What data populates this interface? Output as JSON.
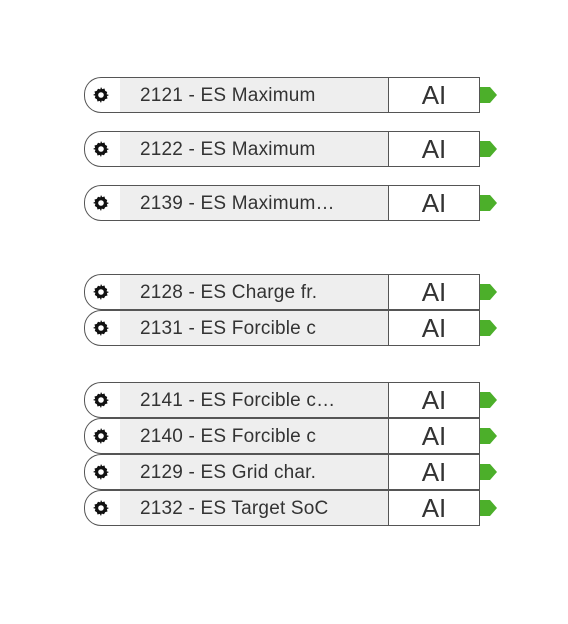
{
  "colors": {
    "bar": "#eeeeee",
    "border": "#555555",
    "port": "#4caf2a",
    "state_fill": "#f0a830"
  },
  "icons": {
    "gear": "gear-icon",
    "state": "status-indicator-icon",
    "port": "output-port-icon"
  },
  "blocks": [
    {
      "label": "2121 - ES Maximum",
      "type": "AI",
      "state_icon": true
    },
    {
      "label": "2122 - ES Maximum",
      "type": "AI",
      "state_icon": true
    },
    {
      "label": "2139 - ES Maximum…",
      "type": "AI",
      "state_icon": false
    },
    {
      "label": "2128 - ES Charge fr.",
      "type": "AI",
      "state_icon": true
    },
    {
      "label": "2131 - ES Forcible c",
      "type": "AI",
      "state_icon": true
    },
    {
      "label": "2141 - ES Forcible c…",
      "type": "AI",
      "state_icon": false
    },
    {
      "label": "2140 - ES Forcible c",
      "type": "AI",
      "state_icon": true
    },
    {
      "label": "2129 - ES Grid char.",
      "type": "AI",
      "state_icon": true
    },
    {
      "label": "2132 - ES Target SoC",
      "type": "AI",
      "state_icon": true
    }
  ]
}
